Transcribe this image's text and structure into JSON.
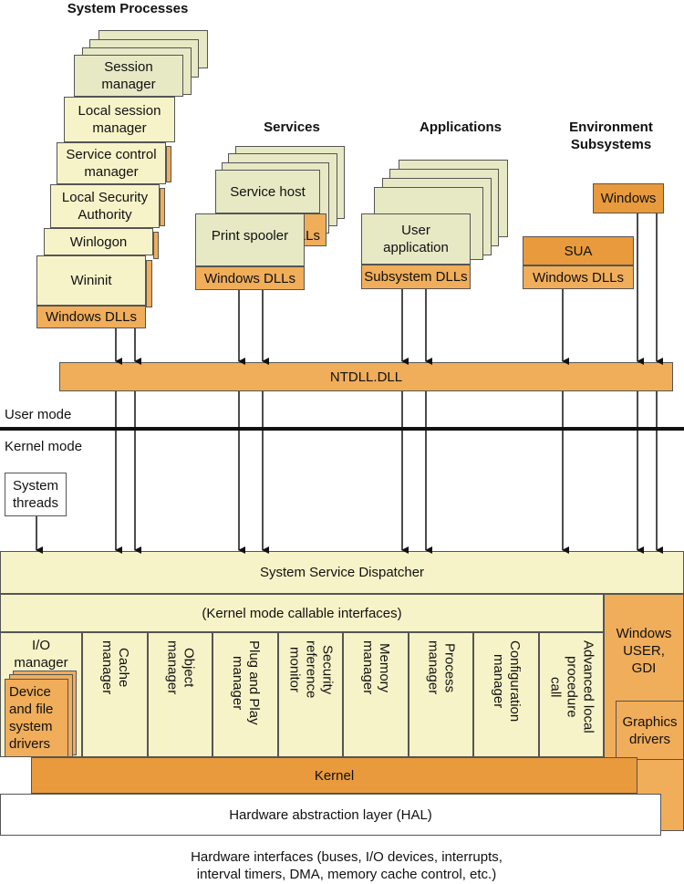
{
  "groups": {
    "system_processes": "System Processes",
    "services": "Services",
    "applications": "Applications",
    "environment_subsystems": "Environment\nSubsystems"
  },
  "system_processes": {
    "session_manager": "Session\nmanager",
    "local_session_manager": "Local session\nmanager",
    "service_control_manager": "Service control\nmanager",
    "local_security_authority": "Local Security\nAuthority",
    "winlogon": "Winlogon",
    "wininit": "Wininit",
    "dlls": "Windows DLLs"
  },
  "services": {
    "service_host": "Service host",
    "print_spooler": "Print spooler",
    "dlls_back": "LLs",
    "dlls": "Windows DLLs"
  },
  "applications": {
    "user_application": "User\napplication",
    "dlls": "Subsystem DLLs"
  },
  "environment": {
    "windows": "Windows",
    "sua": "SUA",
    "dlls": "Windows DLLs"
  },
  "ntdll": "NTDLL.DLL",
  "user_mode": "User mode",
  "kernel_mode": "Kernel mode",
  "system_threads": "System\nthreads",
  "system_service_dispatcher": "System Service Dispatcher",
  "kernel_mode_callable": "(Kernel mode callable interfaces)",
  "io_manager": "I/O\nmanager",
  "device_drivers": "Device\nand file\nsystem\ndrivers",
  "executive_components": [
    "Cache\nmanager",
    "Object\nmanager",
    "Plug and Play\nmanager",
    "Security\nreference\nmonitor",
    "Memory\nmanager",
    "Process\nmanager",
    "Configuration\nmanager",
    "Advanced local\nprocedure\ncall"
  ],
  "windows_user_gdi": "Windows\nUSER,\nGDI",
  "graphics_drivers": "Graphics\ndrivers",
  "kernel": "Kernel",
  "hal": "Hardware abstraction layer (HAL)",
  "hardware_interfaces": "Hardware interfaces (buses, I/O devices, interrupts,\ninterval timers, DMA, memory cache control, etc.)"
}
